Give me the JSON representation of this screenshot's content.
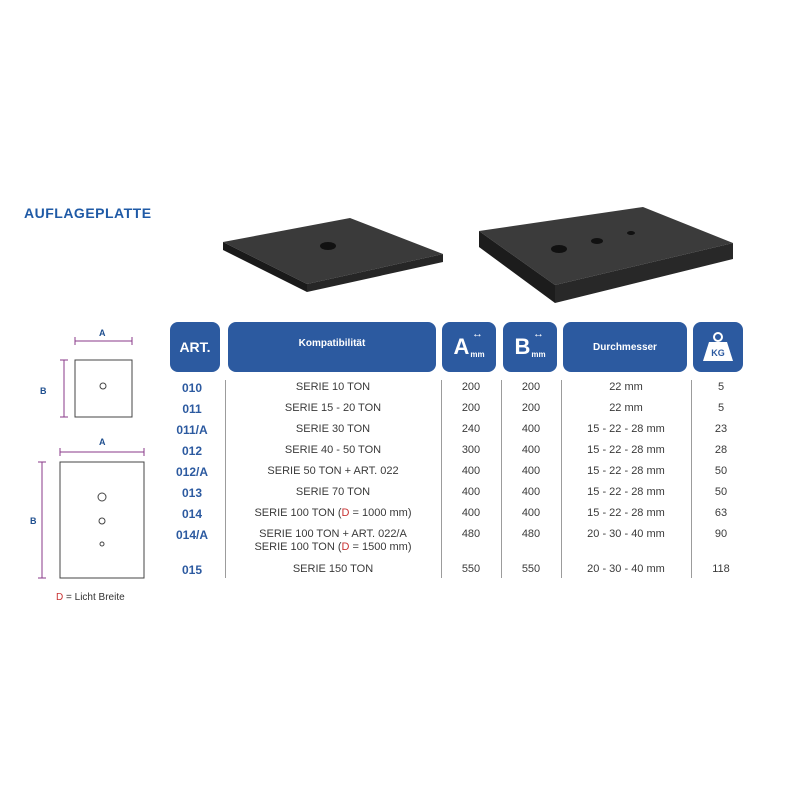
{
  "title": "AUFLAGEPLATTE",
  "diagram_small": {
    "a_label": "A",
    "b_label": "B"
  },
  "diagram_large": {
    "a_label": "A",
    "b_label": "B"
  },
  "note": {
    "d": "D",
    "text": " = Licht Breite"
  },
  "headers": {
    "art": "ART.",
    "kompatibilitaet": "Kompatibilität",
    "a": "A",
    "a_unit": "mm",
    "b": "B",
    "b_unit": "mm",
    "durchmesser": "Durchmesser",
    "kg": "KG"
  },
  "rows": [
    {
      "art": "010",
      "komp": "SERIE 10 TON",
      "a": "200",
      "b": "200",
      "dm": "22 mm",
      "kg": "5"
    },
    {
      "art": "011",
      "komp": "SERIE 15 - 20 TON",
      "a": "200",
      "b": "200",
      "dm": "22 mm",
      "kg": "5"
    },
    {
      "art": "011/A",
      "komp": "SERIE 30 TON",
      "a": "240",
      "b": "400",
      "dm": "15 - 22 - 28 mm",
      "kg": "23"
    },
    {
      "art": "012",
      "komp": "SERIE 40 - 50 TON",
      "a": "300",
      "b": "400",
      "dm": "15 - 22 - 28 mm",
      "kg": "28"
    },
    {
      "art": "012/A",
      "komp": "SERIE 50 TON + ART. 022",
      "a": "400",
      "b": "400",
      "dm": "15 - 22 - 28 mm",
      "kg": "50"
    },
    {
      "art": "013",
      "komp": "SERIE 70 TON",
      "a": "400",
      "b": "400",
      "dm": "15 - 22 - 28 mm",
      "kg": "50"
    },
    {
      "art": "014",
      "komp_pre": "SERIE 100 TON (",
      "komp_d": "D",
      "komp_post": " = 1000 mm)",
      "a": "400",
      "b": "400",
      "dm": "15 - 22 - 28 mm",
      "kg": "63"
    },
    {
      "art": "014/A",
      "komp_line1": "SERIE 100 TON + ART. 022/A",
      "komp_pre": "SERIE 100 TON (",
      "komp_d": "D",
      "komp_post": " = 1500 mm)",
      "a": "480",
      "b": "480",
      "dm": "20 - 30 - 40 mm",
      "kg": "90"
    },
    {
      "art": "015",
      "komp": "SERIE 150 TON",
      "a": "550",
      "b": "550",
      "dm": "20 - 30 - 40 mm",
      "kg": "118"
    }
  ]
}
